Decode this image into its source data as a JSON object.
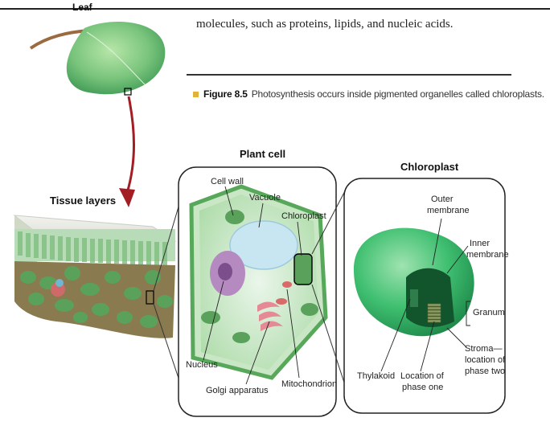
{
  "page": {
    "body_text": "molecules, such as proteins, lipids, and nucleic acids.",
    "figure_label": "Figure 8.5",
    "figure_caption": "Photosynthesis occurs inside pigmented organelles called chloroplasts."
  },
  "diagram": {
    "leaf": {
      "title": "Leaf"
    },
    "tissue": {
      "title": "Tissue layers"
    },
    "plant_cell": {
      "title": "Plant cell",
      "labels": {
        "cell_wall": "Cell wall",
        "vacuole": "Vacuole",
        "chloroplast": "Chloroplast",
        "nucleus": "Nucleus",
        "golgi": "Golgi apparatus",
        "mitochondrion": "Mitochondrion"
      }
    },
    "chloroplast": {
      "title": "Chloroplast",
      "labels": {
        "outer_membrane_1": "Outer",
        "outer_membrane_2": "membrane",
        "inner_membrane_1": "Inner",
        "inner_membrane_2": "membrane",
        "granum": "Granum",
        "thylakoid": "Thylakoid",
        "phase_one_1": "Location of",
        "phase_one_2": "phase one",
        "stroma_1": "Stroma—",
        "stroma_2": "location of",
        "stroma_3": "phase two"
      }
    },
    "colors": {
      "green_light": "#9fd89a",
      "green_mid": "#5fb86a",
      "green_dark": "#2f8a4a",
      "red_arrow": "#a31d24",
      "vacuole": "#c8e6f2",
      "nucleus": "#b58ac0",
      "golgi": "#e58a95",
      "caption_bullet": "#e0b43a"
    }
  }
}
